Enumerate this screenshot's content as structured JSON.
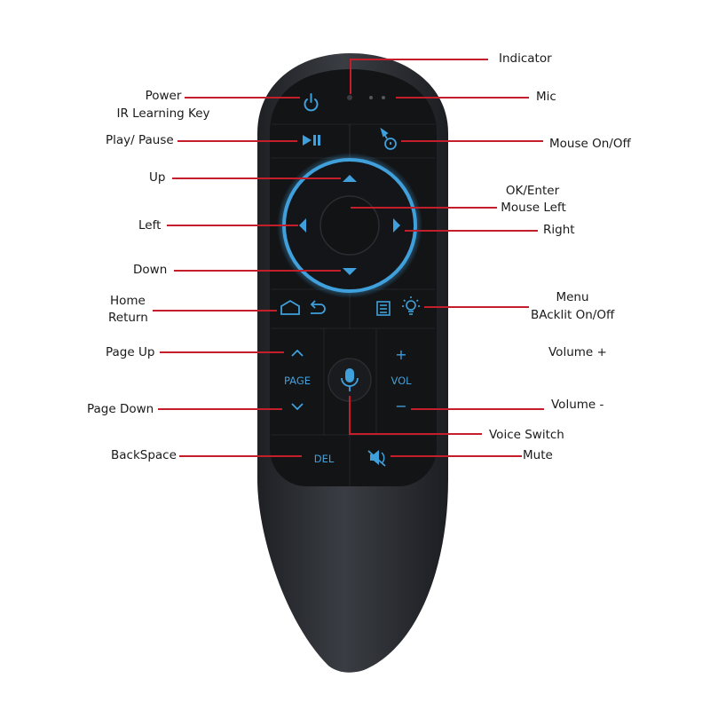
{
  "labels": {
    "indicator": "Indicator",
    "mic": "Mic",
    "power": "Power",
    "ir_learning": "IR Learning Key",
    "play_pause": "Play/ Pause",
    "mouse_onoff": "Mouse On/Off",
    "up": "Up",
    "ok_enter": "OK/Enter",
    "mouse_left": "Mouse Left",
    "left": "Left",
    "right": "Right",
    "down": "Down",
    "home": "Home",
    "return": "Return",
    "menu": "Menu",
    "backlit": "BAcklit On/Off",
    "page_up": "Page Up",
    "volume_plus": "Volume +",
    "page_down": "Page Down",
    "volume_minus": "Volume -",
    "voice_switch": "Voice Switch",
    "backspace": "BackSpace",
    "mute": "Mute"
  },
  "remote": {
    "page_text": "PAGE",
    "vol_text": "VOL",
    "del_text": "DEL",
    "plus_text": "+",
    "minus_text": "−"
  },
  "colors": {
    "body": "#2b2d31",
    "panel": "#131416",
    "accent_blue": "#3fa0dc",
    "leader_red": "#c41e2a"
  }
}
